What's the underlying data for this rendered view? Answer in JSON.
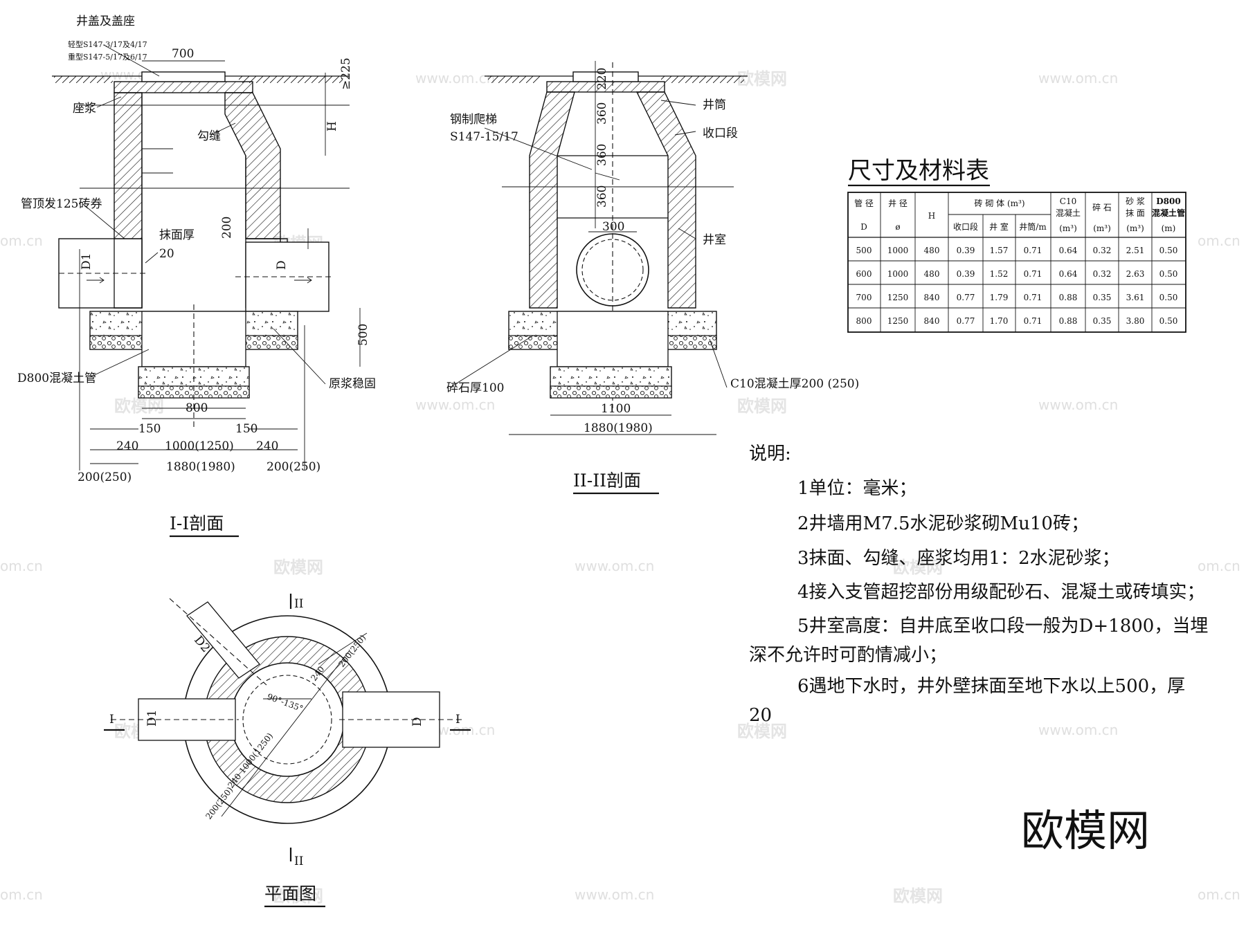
{
  "section1": {
    "title": "I-I剖面",
    "labels": {
      "cover": "井盖及盖座",
      "light_type": "轻型S147-3/17及4/17",
      "heavy_type": "重型S147-5/17及6/17",
      "bedding": "座浆",
      "joint": "勾缝",
      "arch": "管顶发125砖券",
      "plaster": "抹面厚",
      "plaster_val": "20",
      "pipe": "D800混凝土管",
      "soil": "原浆稳固",
      "d1": "D1",
      "d": "D"
    },
    "dims": {
      "top": "700",
      "h225": "≥225",
      "h": "H",
      "d200": "200",
      "d500": "500",
      "d800": "800",
      "d150a": "150",
      "d150b": "150",
      "d240a": "240",
      "d240b": "240",
      "inner": "1000(1250)",
      "outer": "1880(1980)",
      "side_l": "200(250)",
      "side_r": "200(250)"
    }
  },
  "section2": {
    "title": "II-II剖面",
    "labels": {
      "ladder": "钢制爬梯",
      "ladder_code": "S147-15/17",
      "shaft": "井筒",
      "neck": "收口段",
      "chamber": "井室",
      "gravel": "碎石厚100",
      "concrete": "C10混凝土厚200 (250)"
    },
    "dims": {
      "d220": "220",
      "d360a": "360",
      "d360b": "360",
      "d360c": "360",
      "d300": "300",
      "d1100": "1100",
      "outer": "1880(1980)"
    }
  },
  "plan": {
    "title": "平面图",
    "labels": {
      "cut_top": "II",
      "cut_bottom": "II",
      "cut_left": "I",
      "cut_right": "I",
      "d1": "D1",
      "d2": "D2",
      "d": "D",
      "angle": "90°-135°",
      "d240": "240",
      "d200": "200(250)",
      "diam": "240 1000(1250)",
      "outer": "200(250)"
    }
  },
  "table": {
    "title": "尺寸及材料表",
    "header": {
      "pipe": "管 径",
      "pipe_unit": "D",
      "well": "井 径",
      "well_unit": "ø",
      "h": "H",
      "brick": "砖 砌 体 (m³)",
      "neck": "收口段",
      "chamber": "井 室",
      "shaft": "井筒/m",
      "c10": "C10",
      "c10b": "混凝土",
      "c10_unit": "(m³)",
      "gravel": "碎 石",
      "gravel_unit": "(m³)",
      "mortar": "砂 浆",
      "mortar2": "抹 面",
      "mortar_unit": "(m³)",
      "pipe800": "D800",
      "pipe800b": "混凝土管",
      "pipe800_unit": "(m)"
    },
    "rows": [
      [
        "500",
        "1000",
        "480",
        "0.39",
        "1.57",
        "0.71",
        "0.64",
        "0.32",
        "2.51",
        "0.50"
      ],
      [
        "600",
        "1000",
        "480",
        "0.39",
        "1.52",
        "0.71",
        "0.64",
        "0.32",
        "2.63",
        "0.50"
      ],
      [
        "700",
        "1250",
        "840",
        "0.77",
        "1.79",
        "0.71",
        "0.88",
        "0.35",
        "3.61",
        "0.50"
      ],
      [
        "800",
        "1250",
        "840",
        "0.77",
        "1.70",
        "0.71",
        "0.88",
        "0.35",
        "3.80",
        "0.50"
      ]
    ]
  },
  "notes": {
    "title": "说明:",
    "items": [
      "1单位：毫米；",
      "2井墙用M7.5水泥砂浆砌Mu10砖；",
      "3抹面、勾缝、座浆均用1：2水泥砂浆；",
      "4接入支管超挖部份用级配砂石、混凝土或砖填实；",
      "5井室高度：自井底至收口段一般为D+1800，当埋",
      "深不允许时可酌情减小；",
      "6遇地下水时，井外壁抹面至地下水以上500，厚",
      "20"
    ]
  },
  "brand": "欧模网",
  "watermarks": {
    "site": "www.om.cn",
    "site_short": "om.cn",
    "logo": "欧模网"
  }
}
